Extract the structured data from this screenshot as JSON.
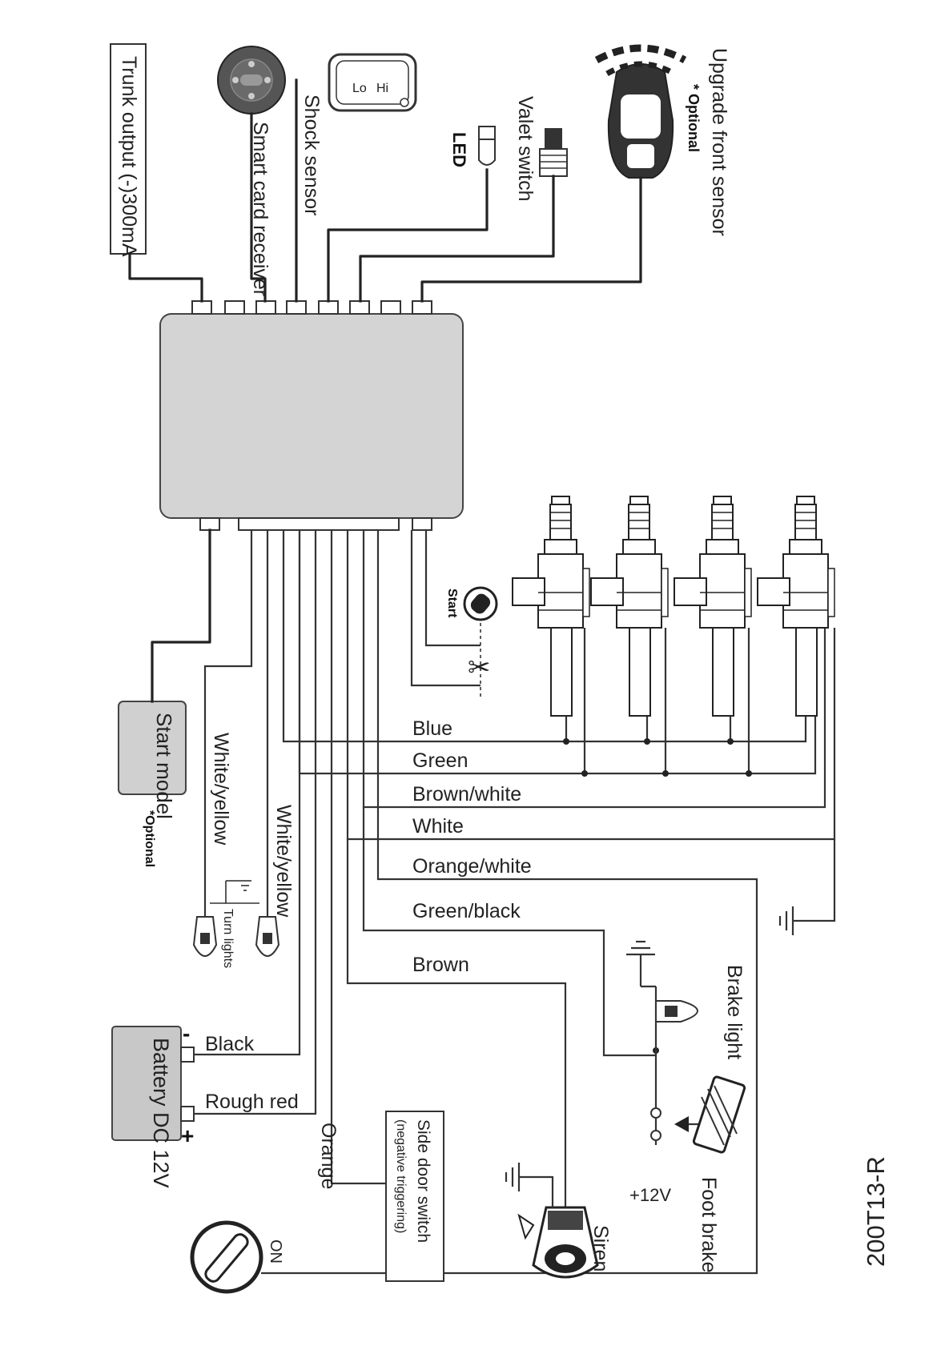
{
  "diagram": {
    "code": "200T13-R",
    "top_labels": {
      "trunk_output": "Trunk output (-)300mA",
      "smart_card_receiver": "Smart card receiver",
      "shock_sensor": "Shock sensor",
      "led": "LED",
      "valet_switch": "Valet switch",
      "front_sensor": "Upgrade front sensor",
      "optional_star": "* Optional"
    },
    "left_labels": {
      "start_model": "Start model",
      "optional": "*Optional",
      "white_yellow_1": "White/yellow",
      "white_yellow_2": "White/yellow",
      "turn_lights": "Turn lights",
      "battery": "Battery DC 12V",
      "black": "Black",
      "rough_red": "Rough red",
      "minus": "-",
      "plus": "+",
      "orange": "Orange",
      "on": "ON"
    },
    "wire_labels": {
      "blue": "Blue",
      "green": "Green",
      "brown_white": "Brown/white",
      "white": "White",
      "orange_white": "Orange/white",
      "green_black": "Green/black",
      "brown": "Brown"
    },
    "right_labels": {
      "start": "Start",
      "brake_light": "Brake light",
      "foot_brake": "Foot brake",
      "plus_12v": "+12V",
      "siren": "Siren",
      "side_door_switch": "Side door switch",
      "side_door_note": "(negative triggering)"
    },
    "lock_actuator_count": 4
  }
}
